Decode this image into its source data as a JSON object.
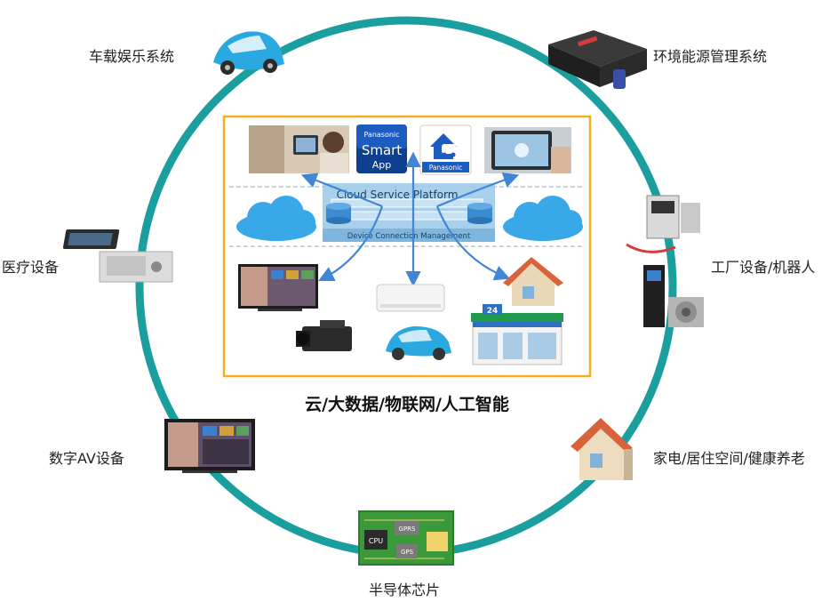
{
  "ring_color": "#1a9e9e",
  "panel_border_color": "#f2b01e",
  "arrow_color": "#3f86d6",
  "center": {
    "title": "云/大数据/物联网/人工智能",
    "platform_label": "Cloud Service Platform",
    "device_mgmt_label": "Device Connection Management",
    "smart_app": {
      "brand": "Panasonic",
      "line1": "Smart",
      "line2": "App"
    },
    "home_app_brand": "Panasonic",
    "store_badge": "24"
  },
  "categories": [
    {
      "key": "car",
      "label": "车载娱乐系统",
      "icon": "car-icon"
    },
    {
      "key": "energy",
      "label": "环境能源管理系统",
      "icon": "battery-module-icon"
    },
    {
      "key": "factory",
      "label": "工厂设备/机器人",
      "icon": "welder-servo-icon"
    },
    {
      "key": "home",
      "label": "家电/居住空间/健康养老",
      "icon": "house-icon"
    },
    {
      "key": "semi",
      "label": "半导体芯片",
      "icon": "circuit-board-icon"
    },
    {
      "key": "av",
      "label": "数字AV设备",
      "icon": "tv-icon"
    },
    {
      "key": "medical",
      "label": "医疗设备",
      "icon": "ultrasound-icon"
    }
  ],
  "chips": {
    "cpu": "CPU",
    "gprs": "GPRS",
    "gps": "GPS"
  }
}
